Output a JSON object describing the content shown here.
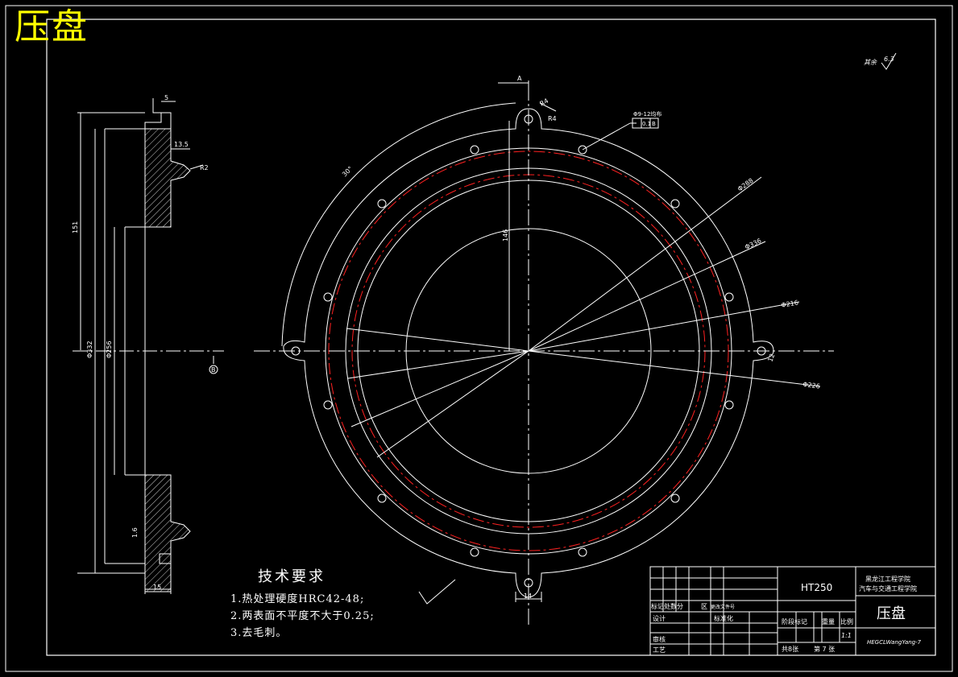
{
  "drawing": {
    "title": "压盘",
    "material": "HT250",
    "school_line1": "黑龙江工程学院",
    "school_line2": "汽车与交通工程学院",
    "part_name": "压盘",
    "drawing_no": "HEGCLWangYang-7",
    "scale": "1:1",
    "sheets": "共8张",
    "sheet_no": "第 7 张",
    "roughness_other_label": "其余",
    "roughness_other_value": "6.3"
  },
  "tech_requirements": {
    "heading": "技术要求",
    "items": [
      "1.热处理硬度HRC42-48;",
      "2.两表面不平度不大于0.25;",
      "3.去毛刺。"
    ]
  },
  "title_block_labels": {
    "revision": "标记处数分",
    "zone": "区",
    "change_doc": "更改文件号",
    "design": "设计",
    "standardize": "标准化",
    "stage_mark": "阶段标记",
    "weight": "重量",
    "scale_label": "比例",
    "check": "审核",
    "process": "工艺"
  },
  "dimensions": {
    "section_view": {
      "top_width": "5",
      "groove_depth": "13.5",
      "groove_radius": "R2",
      "height_151": "151",
      "dia_332": "Φ332",
      "dia_256": "Φ256",
      "bottom_width": "15",
      "roughness": "1.6",
      "datum": "B"
    },
    "plan_view": {
      "section_mark": "A",
      "r24": "R4",
      "r4": "R4",
      "tol_frame_holes": "Φ9-12均布",
      "tol_frame_value": "0.1",
      "tol_frame_datum": "B",
      "angle_30": "30°",
      "dia_288": "Φ288",
      "dia_336": "Φ336",
      "dia_216": "Φ216",
      "dia_226": "Φ226",
      "height_146": "146",
      "lug_width": "14",
      "side_12": "12"
    }
  }
}
